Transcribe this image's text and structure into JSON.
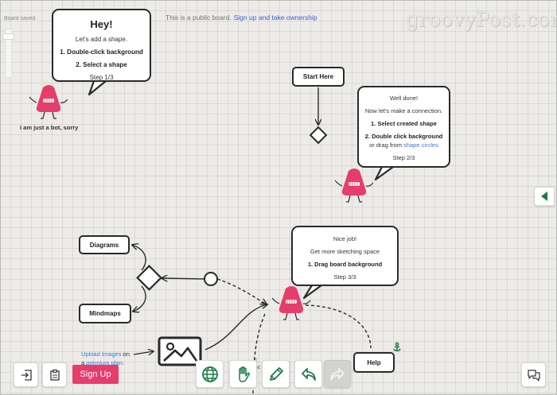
{
  "header": {
    "board_status": "Board saved",
    "public_note": "This is a public board.",
    "ownership_link": "Sign up and take ownership",
    "brand": "groovyPost.com"
  },
  "bubbles": {
    "step1": {
      "title": "Hey!",
      "line1": "Let's add a shape.",
      "line2": "1. Double-click background",
      "line3": "2. Select a shape",
      "step": "Step 1/3"
    },
    "step2": {
      "line1": "Well done!",
      "line2": "Now let's make a connection.",
      "line3": "1. Select created shape",
      "line4": "2. Double click background",
      "line5_pre": "or drag from",
      "line5_link": "shape circles",
      "step": "Step 2/3"
    },
    "step3": {
      "line1": "Nice job!",
      "line2": "Get more sketching space",
      "line3": "1. Drag board background",
      "step": "Step 3/3"
    }
  },
  "bot": {
    "caption": "I am just a bot, sorry"
  },
  "shapes": {
    "start_here": "Start Here",
    "diagrams": "Diagrams",
    "mindmaps": "Mindmaps",
    "help": "Help"
  },
  "upload": {
    "link": "Upload Images",
    "on": "on",
    "a": "a",
    "plan_link": "premium plan",
    "dot": "."
  },
  "partial_text": {
    "line1": "c",
    "line2": "ac"
  },
  "toolbar": {
    "signup_label": "Sign Up",
    "icons": [
      "sign-in-icon",
      "export-icon",
      "globe-icon",
      "hand-icon",
      "pencil-icon",
      "undo-icon",
      "redo-icon",
      "chat-icon",
      "triangle-left-icon"
    ]
  },
  "colors": {
    "accent_pink": "#e73d6d",
    "bot_pink": "#e53e6b",
    "tool_green": "#1f7a4a",
    "link_blue": "#3a7bd5"
  }
}
